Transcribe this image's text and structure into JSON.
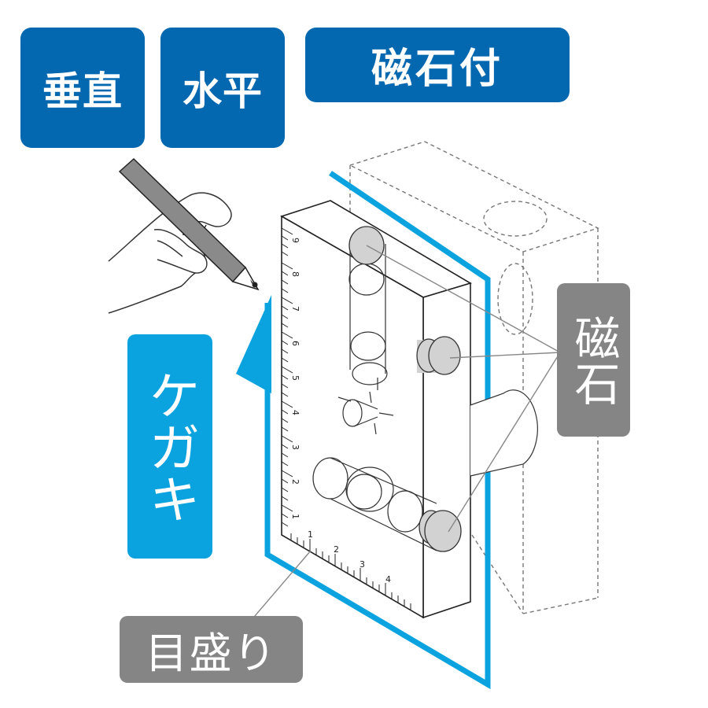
{
  "badges": {
    "vertical": "垂直",
    "horizontal": "水平",
    "magnet_attached": "磁石付"
  },
  "callouts": {
    "scribe": "ケガキ",
    "magnet": "磁石",
    "graduations": "目盛り"
  },
  "ruler": {
    "vertical_numbers": [
      "9",
      "8",
      "7",
      "6",
      "5",
      "4",
      "3",
      "2",
      "1"
    ],
    "horizontal_numbers": [
      "1",
      "2",
      "3",
      "4"
    ]
  },
  "colors": {
    "badge_blue": "#0468b1",
    "scribe_blue": "#0aa3e0",
    "label_gray": "#858585",
    "magnet_gray": "#d2d2d2"
  },
  "icons": [
    "pencil-icon",
    "hand-icon",
    "bubble-vial-icon",
    "magnet-icon"
  ]
}
